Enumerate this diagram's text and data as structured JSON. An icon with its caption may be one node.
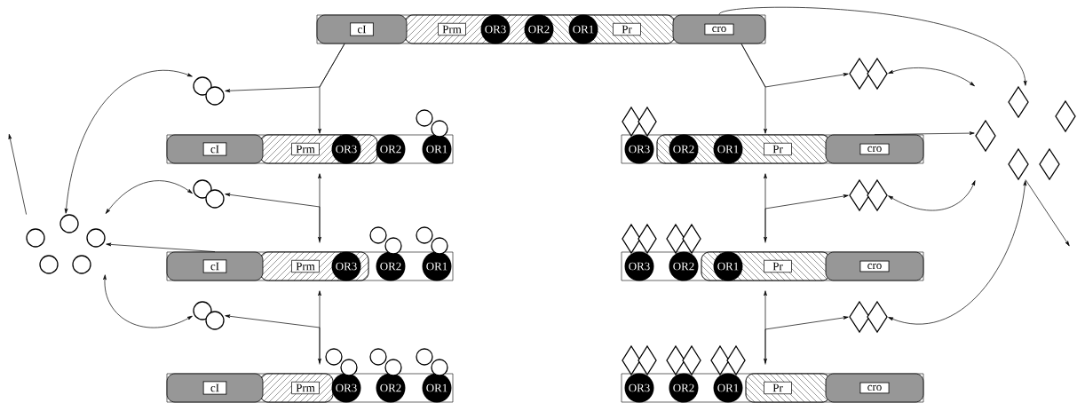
{
  "diagram": {
    "nodes": [
      {
        "text": [],
        "shape": "bar"
      },
      {
        "text": [
          "cI"
        ],
        "in": 0
      },
      {
        "text": [
          "Prm"
        ],
        "in": 0
      },
      {
        "text": [
          "OR3"
        ],
        "in": 0
      },
      {
        "text": [
          "OR2"
        ],
        "in": 0
      },
      {
        "text": [
          "OR1"
        ],
        "in": 0
      },
      {
        "text": [
          "Pr"
        ],
        "in": 0
      },
      {
        "text": [
          "cro"
        ],
        "in": 0
      },
      {
        "text": [],
        "shape": "circle"
      },
      {
        "text": [],
        "shape": "diamond"
      },
      {
        "text": [],
        "shape": "diamond"
      },
      {
        "text": [],
        "shape": "bar"
      },
      {
        "text": [
          "cI"
        ],
        "in": 11
      },
      {
        "text": [
          "Prm"
        ],
        "in": 11
      },
      {
        "text": [
          "OR3"
        ],
        "in": 11
      },
      {
        "text": [
          "OR2"
        ],
        "in": 11
      },
      {
        "text": [
          "OR1"
        ],
        "in": 11
      },
      {
        "text": [],
        "shape": "bar"
      },
      {
        "text": [
          "OR3"
        ],
        "in": 17
      },
      {
        "text": [
          "OR2"
        ],
        "in": 17
      },
      {
        "text": [
          "OR1"
        ],
        "in": 17
      },
      {
        "text": [
          "Pr"
        ],
        "in": 17
      },
      {
        "text": [
          "cro"
        ],
        "in": 17
      },
      {
        "text": [],
        "shape": "circle"
      },
      {
        "text": [],
        "shape": "diamond"
      },
      {
        "text": [],
        "shape": "circle"
      },
      {
        "text": [],
        "shape": "bar"
      },
      {
        "text": [
          "cI"
        ],
        "in": 26
      },
      {
        "text": [
          "Prm"
        ],
        "in": 26
      },
      {
        "text": [
          "OR3"
        ],
        "in": 26
      },
      {
        "text": [
          "OR2"
        ],
        "in": 26
      },
      {
        "text": [
          "OR1"
        ],
        "in": 26
      },
      {
        "text": [],
        "shape": "bar"
      },
      {
        "text": [
          "OR3"
        ],
        "in": 32
      },
      {
        "text": [
          "OR2"
        ],
        "in": 32
      },
      {
        "text": [
          "OR1"
        ],
        "in": 32
      },
      {
        "text": [
          "Pr"
        ],
        "in": 32
      },
      {
        "text": [
          "cro"
        ],
        "in": 32
      },
      {
        "text": [],
        "shape": "circle"
      },
      {
        "text": [],
        "shape": "diamond"
      },
      {
        "text": [],
        "shape": "bar"
      },
      {
        "text": [
          "cI"
        ],
        "in": 40
      },
      {
        "text": [
          "Prm"
        ],
        "in": 40
      },
      {
        "text": [
          "OR3"
        ],
        "in": 40
      },
      {
        "text": [
          "OR2"
        ],
        "in": 40
      },
      {
        "text": [
          "OR1"
        ],
        "in": 40
      },
      {
        "text": [],
        "shape": "bar"
      },
      {
        "text": [
          "OR3"
        ],
        "in": 46
      },
      {
        "text": [
          "OR2"
        ],
        "in": 46
      },
      {
        "text": [
          "OR1"
        ],
        "in": 46
      },
      {
        "text": [
          "Pr"
        ],
        "in": 46
      },
      {
        "text": [
          "cro"
        ],
        "in": 46
      },
      {
        "text": [],
        "shape": "circle"
      },
      {
        "text": [],
        "shape": "circle"
      },
      {
        "text": [],
        "shape": "circle"
      },
      {
        "text": [],
        "shape": "circle"
      },
      {
        "text": [],
        "shape": "circle"
      },
      {
        "text": [],
        "shape": "circle"
      },
      {
        "text": [],
        "shape": "diamond"
      },
      {
        "text": [],
        "shape": "diamond"
      },
      {
        "text": [],
        "shape": "diamond"
      },
      {
        "text": [],
        "shape": "diamond"
      },
      {
        "text": [],
        "shape": "diamond"
      },
      {
        "text": [],
        "shape": "diamond"
      }
    ],
    "edges": [
      {
        "from": 0,
        "to": 8,
        "arrow": "to"
      },
      {
        "from": 0,
        "to": 11,
        "arrow": "to"
      },
      {
        "from": 0,
        "to": 9,
        "arrow": "to"
      },
      {
        "from": 0,
        "to": 17,
        "arrow": "to"
      },
      {
        "from": 7,
        "to": 10,
        "arrow": "to"
      },
      {
        "from": 25,
        "to": 8,
        "arrow": "both"
      },
      {
        "from": 9,
        "to": 10,
        "arrow": "both"
      },
      {
        "from": 11,
        "to": 26,
        "arrow": "both"
      },
      {
        "from": 26,
        "to": 23,
        "arrow": "to"
      },
      {
        "from": 17,
        "to": 32,
        "arrow": "both"
      },
      {
        "from": 32,
        "to": 24,
        "arrow": "to"
      },
      {
        "from": 25,
        "to": 23,
        "arrow": "both"
      },
      {
        "from": 24,
        "to": 10,
        "arrow": "both"
      },
      {
        "from": 27,
        "to": 25,
        "arrow": "to"
      },
      {
        "from": 22,
        "to": 10,
        "arrow": "to"
      },
      {
        "from": 26,
        "to": 40,
        "arrow": "both"
      },
      {
        "from": 40,
        "to": 38,
        "arrow": "to"
      },
      {
        "from": 32,
        "to": 46,
        "arrow": "both"
      },
      {
        "from": 46,
        "to": 39,
        "arrow": "to"
      },
      {
        "from": 38,
        "to": 25,
        "arrow": "both"
      },
      {
        "from": 39,
        "to": 10,
        "arrow": "both"
      },
      {
        "from": 25,
        "to": null,
        "arrow": "to"
      },
      {
        "from": 10,
        "to": null,
        "arrow": "to"
      }
    ]
  }
}
